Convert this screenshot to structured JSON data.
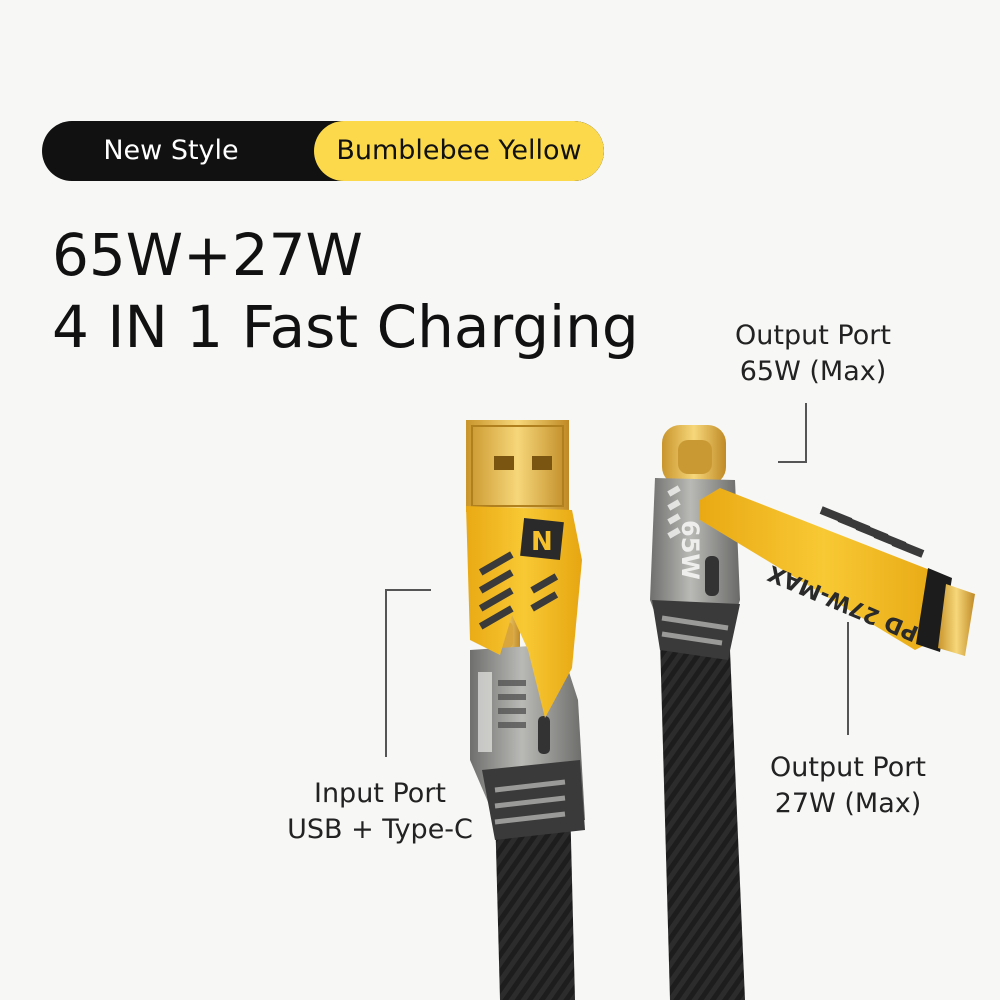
{
  "badge": {
    "left_text": "New Style",
    "right_text": "Bumblebee Yellow"
  },
  "headline": {
    "line1": "65W+27W",
    "line2": "4 IN 1 Fast Charging"
  },
  "callouts": {
    "output_65": {
      "line1": "Output Port",
      "line2": "65W (Max)"
    },
    "output_27": {
      "line1": "Output Port",
      "line2": "27W (Max)"
    },
    "input": {
      "line1": "Input Port",
      "line2": "USB + Type-C"
    }
  },
  "product_markings": {
    "usb_housing": "N",
    "typec_housing": "65W",
    "adapter": "PD 27W-MAX"
  },
  "colors": {
    "accent_yellow": "#f6c12c",
    "badge_black": "#111111",
    "metal_gray": "#8c8c8a",
    "gold": "#e3b54a",
    "cable_black": "#1a1a1a"
  }
}
